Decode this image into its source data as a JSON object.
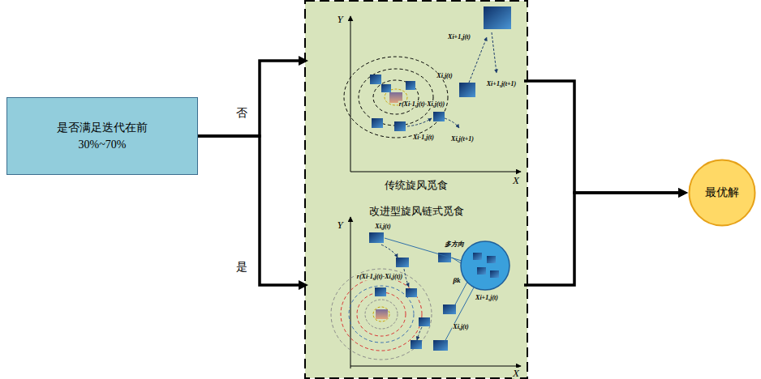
{
  "diagram": {
    "nodes": [
      {
        "text": [
          "是否满足迭代在前 30%~70%"
        ]
      },
      {
        "text": [
          "传统旋风觅食"
        ]
      },
      {
        "text": [
          "改进型旋风链式觅食"
        ]
      },
      {
        "text": [
          "最优解"
        ]
      }
    ],
    "edges": [
      {
        "from": 0,
        "to": 1,
        "label": "否",
        "arrow": "to"
      },
      {
        "from": 0,
        "to": 2,
        "label": "是",
        "arrow": "to"
      },
      {
        "from": 1,
        "to": 3,
        "arrow": "to"
      },
      {
        "from": 2,
        "to": 3,
        "arrow": "to"
      }
    ],
    "labels": [
      "Y",
      "X",
      "Xi+1,j(t)",
      "Xi,j(t)",
      "Xi+1,j(t+1)",
      "r(Xi-1,j(t)-Xi,j(t))",
      "Xi-1,j(t)",
      "Xi,j(t+1)",
      "Y",
      "X",
      "Xi,j(t)",
      "r(Xi-1,j(t)-Xi,j(t))",
      "多方向",
      "βk",
      "Xi+1,j(t)",
      "Xi,j(t)"
    ]
  }
}
